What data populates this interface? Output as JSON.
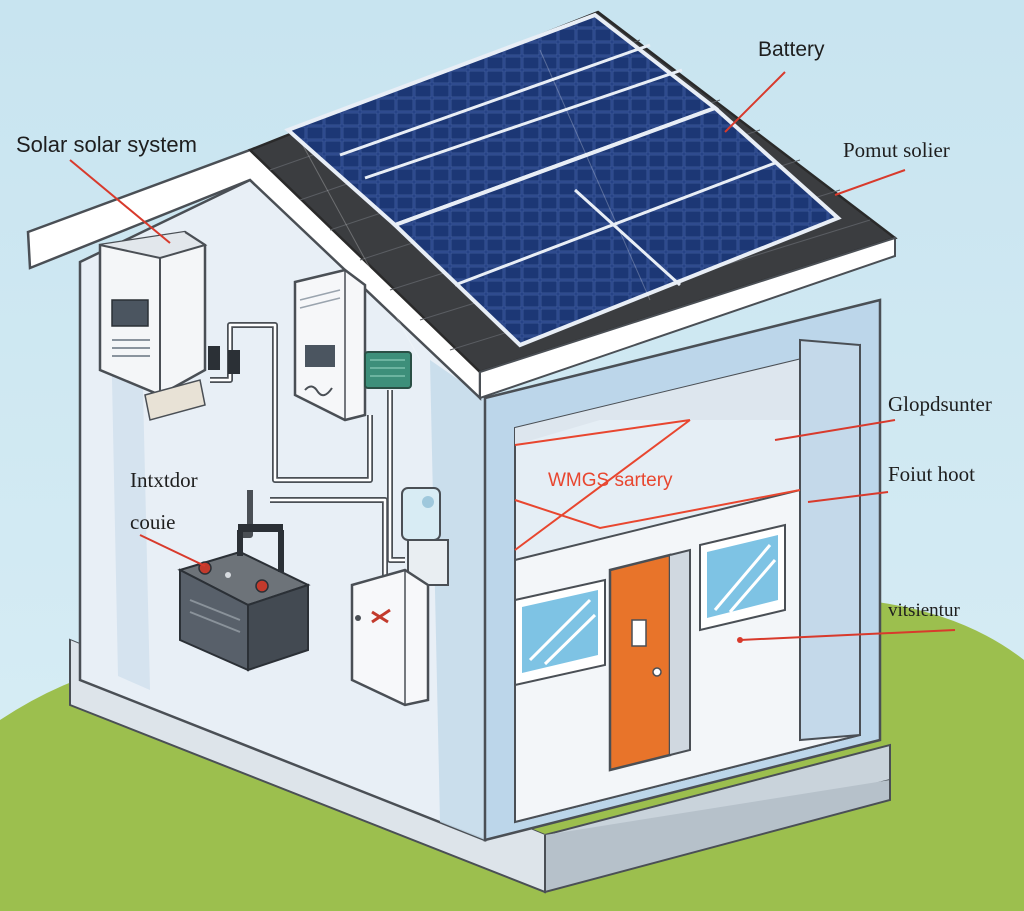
{
  "labels": {
    "solar_system": "Solar solar system",
    "battery": "Battery",
    "pomut_solier": "Pomut solier",
    "glopdsunter": "Glopdsunter",
    "foiut_hoot": "Foiut hoot",
    "vitsienter": "vitsientur",
    "intxtdor": "Intxtdor",
    "couie": "couie",
    "wmgs_sartery": "WMGS sartery"
  },
  "colors": {
    "sky": "#cfe6f0",
    "grass": "#9cbf4e",
    "wall": "#e7eff7",
    "wall_side": "#bcd6ea",
    "roof": "#3a3a3a",
    "panel": "#1f3a7a",
    "door": "#e8742a",
    "leader_line": "#d83a2c"
  },
  "icons": {
    "inverter": "inverter-box-icon",
    "charge_controller": "charge-controller-icon",
    "battery": "car-battery-icon",
    "junction_box": "junction-box-icon"
  }
}
